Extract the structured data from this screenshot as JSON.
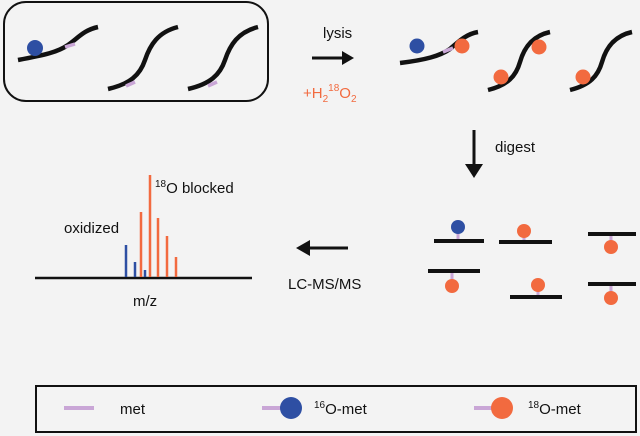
{
  "labels": {
    "lysis": "lysis",
    "h2o2_prefix": "+H",
    "h2o2_sub1": "2",
    "h2o2_sup": "18",
    "h2o2_O": "O",
    "h2o2_sub2": "2",
    "digest": "digest",
    "lcms": "LC-MS/MS",
    "mz": "m/z",
    "oxidized": "oxidized",
    "blocked_sup": "18",
    "blocked_text": "O blocked"
  },
  "legend": {
    "met": "met",
    "o16_sup": "16",
    "o16_text": "O-met",
    "o18_sup": "18",
    "o18_text": "O-met"
  },
  "colors": {
    "blue": "#2e4fa3",
    "orange": "#f26a3f",
    "met": "#c9a6d6",
    "line": "#111111"
  },
  "icons": [
    "arrow-right-icon",
    "arrow-down-icon",
    "arrow-left-icon"
  ]
}
